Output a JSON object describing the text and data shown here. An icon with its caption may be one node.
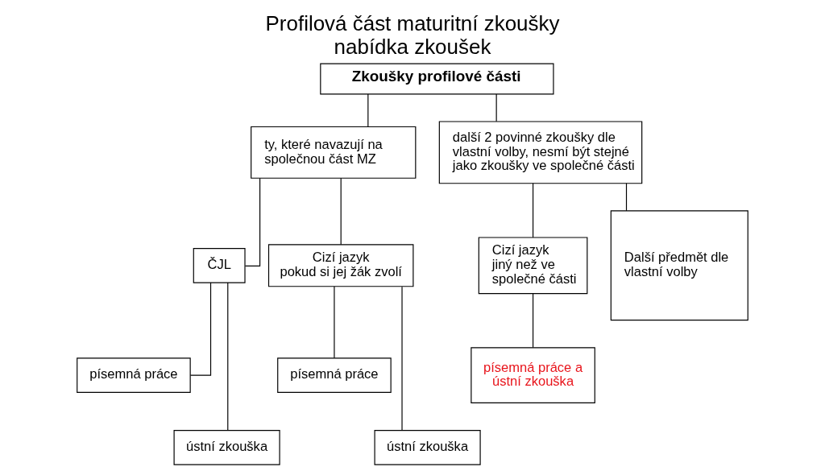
{
  "diagram": {
    "title": "Profilová část maturitní zkoušky nabídka zkoušek",
    "nodes": [
      {
        "text": [
          "Zkoušky profilové části"
        ]
      },
      {
        "text": [
          "ty, které navazují na společnou část MZ"
        ]
      },
      {
        "text": [
          "další 2 povinné zkoušky dle vlastní volby, nesmí být stejné jako zkoušky ve společné části"
        ]
      },
      {
        "text": [
          "ČJL"
        ]
      },
      {
        "text": [
          "Cizí jazyk",
          "pokud si jej žák zvolí"
        ]
      },
      {
        "text": [
          "Cizí jazyk",
          "jiný než ve společné části"
        ]
      },
      {
        "text": [
          "Další předmět dle vlastní volby"
        ]
      },
      {
        "text": [
          "písemná práce"
        ]
      },
      {
        "text": [
          "ústní zkouška"
        ]
      },
      {
        "text": [
          "písemná práce"
        ]
      },
      {
        "text": [
          "ústní zkouška"
        ]
      },
      {
        "text": [
          "písemná práce a ústní zkouška"
        ]
      }
    ],
    "edges": [
      {
        "from": 0,
        "to": 1,
        "arrow": "none"
      },
      {
        "from": 0,
        "to": 2,
        "arrow": "none"
      },
      {
        "from": 1,
        "to": 3,
        "arrow": "none"
      },
      {
        "from": 1,
        "to": 4,
        "arrow": "none"
      },
      {
        "from": 2,
        "to": 5,
        "arrow": "none"
      },
      {
        "from": 2,
        "to": 6,
        "arrow": "none"
      },
      {
        "from": 3,
        "to": 7,
        "arrow": "none"
      },
      {
        "from": 3,
        "to": 8,
        "arrow": "none"
      },
      {
        "from": 4,
        "to": 9,
        "arrow": "none"
      },
      {
        "from": 4,
        "to": 10,
        "arrow": "none"
      },
      {
        "from": 5,
        "to": 11,
        "arrow": "none"
      }
    ]
  }
}
